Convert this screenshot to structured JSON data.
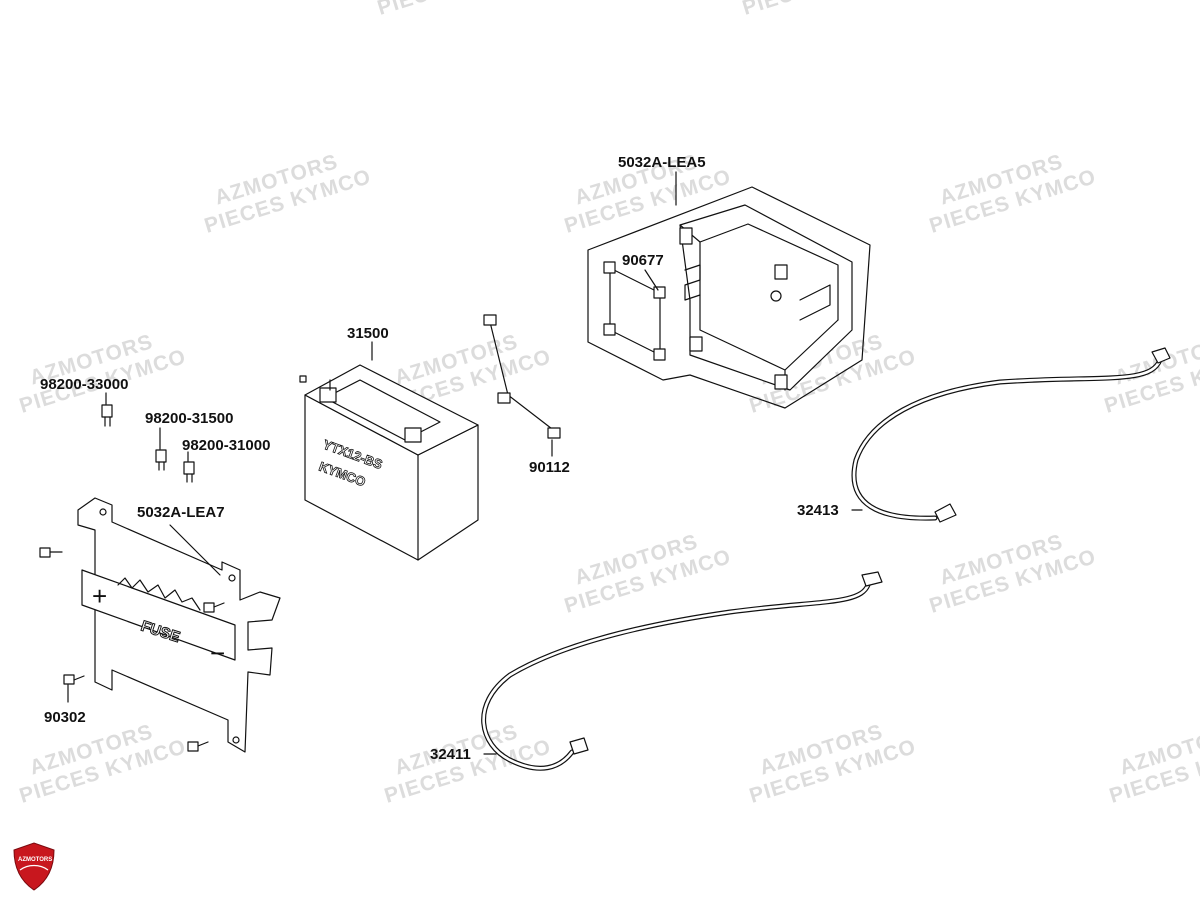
{
  "watermark": {
    "line1": "AZMOTORS",
    "line2": "PIECES KYMCO"
  },
  "logo": {
    "text": "AZMOTORS",
    "color": "#c8171e"
  },
  "parts": {
    "battery_case": "5032A-LEA5",
    "rubber_pad": "90677",
    "battery": "31500",
    "fuse_30a": "98200-33000",
    "fuse_15a": "98200-31500",
    "fuse_10a": "98200-31000",
    "fuse_box_plate": "5032A-LEA7",
    "bolt_90112": "90112",
    "bolt_90302": "90302",
    "cable_32413": "32413",
    "cable_32411": "32411"
  },
  "battery_marks": {
    "brand": "KYMCO",
    "model": "YTX12-BS"
  },
  "plate_marks": {
    "fuse": "FUSE",
    "plus": "+",
    "minus": "−"
  }
}
